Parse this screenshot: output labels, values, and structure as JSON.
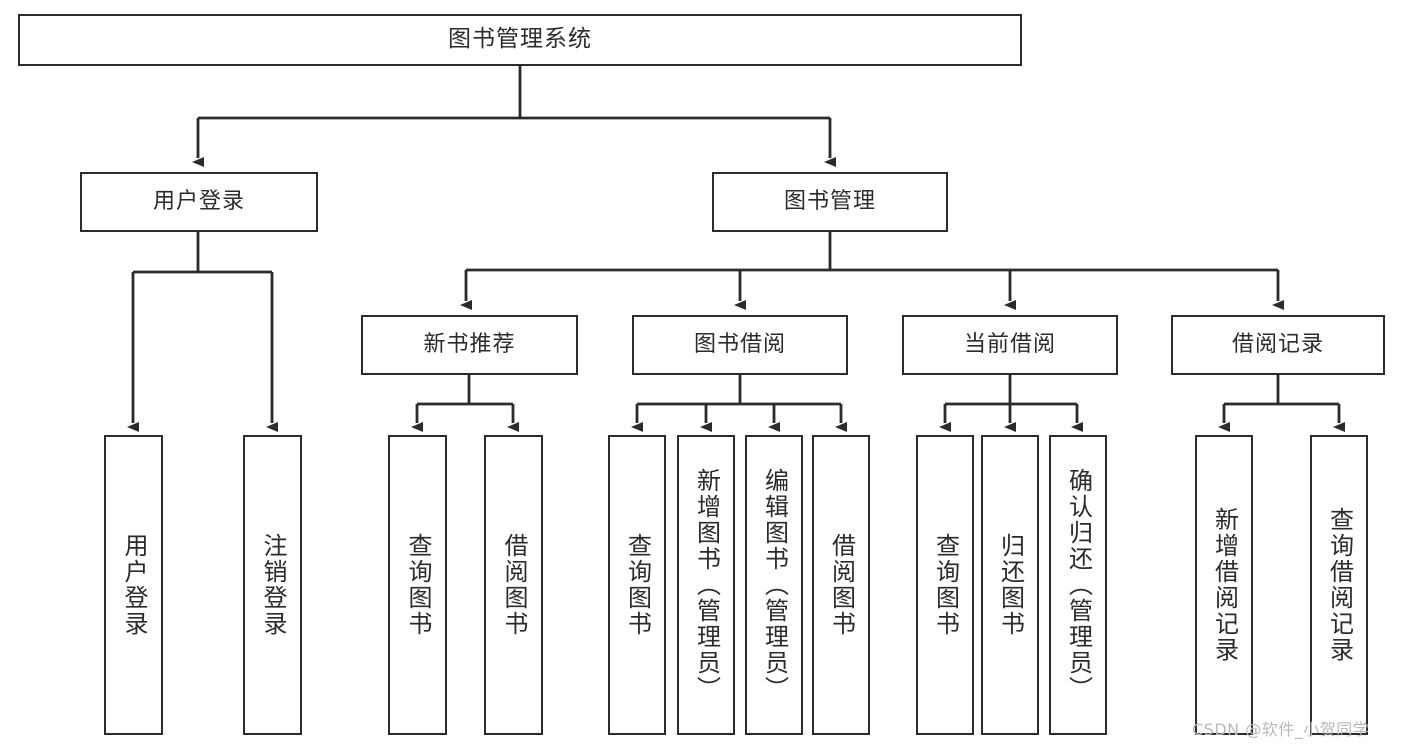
{
  "diagram": {
    "title": "图书管理系统",
    "background_color": "#ffffff",
    "line_color": "#2b2b2b",
    "text_color": "#2b2b2b",
    "watermark": "CSDN @软件_小贺同学",
    "nodes": {
      "root": {
        "label": "图书管理系统"
      },
      "level2": [
        {
          "label": "用户登录"
        },
        {
          "label": "图书管理"
        }
      ],
      "level3": [
        {
          "label": "新书推荐"
        },
        {
          "label": "图书借阅"
        },
        {
          "label": "当前借阅"
        },
        {
          "label": "借阅记录"
        }
      ],
      "leaves": {
        "user_login": [
          {
            "label": "用户登录"
          },
          {
            "label": "注销登录"
          }
        ],
        "new_book": [
          {
            "label": "查询图书"
          },
          {
            "label": "借阅图书"
          }
        ],
        "book_borrow": [
          {
            "label": "查询图书"
          },
          {
            "label": "新增图书（管理员）"
          },
          {
            "label": "编辑图书（管理员）"
          },
          {
            "label": "借阅图书"
          }
        ],
        "current_borrow": [
          {
            "label": "查询图书"
          },
          {
            "label": "归还图书"
          },
          {
            "label": "确认归还（管理员）"
          }
        ],
        "borrow_record": [
          {
            "label": "新增借阅记录"
          },
          {
            "label": "查询借阅记录"
          }
        ]
      }
    }
  }
}
